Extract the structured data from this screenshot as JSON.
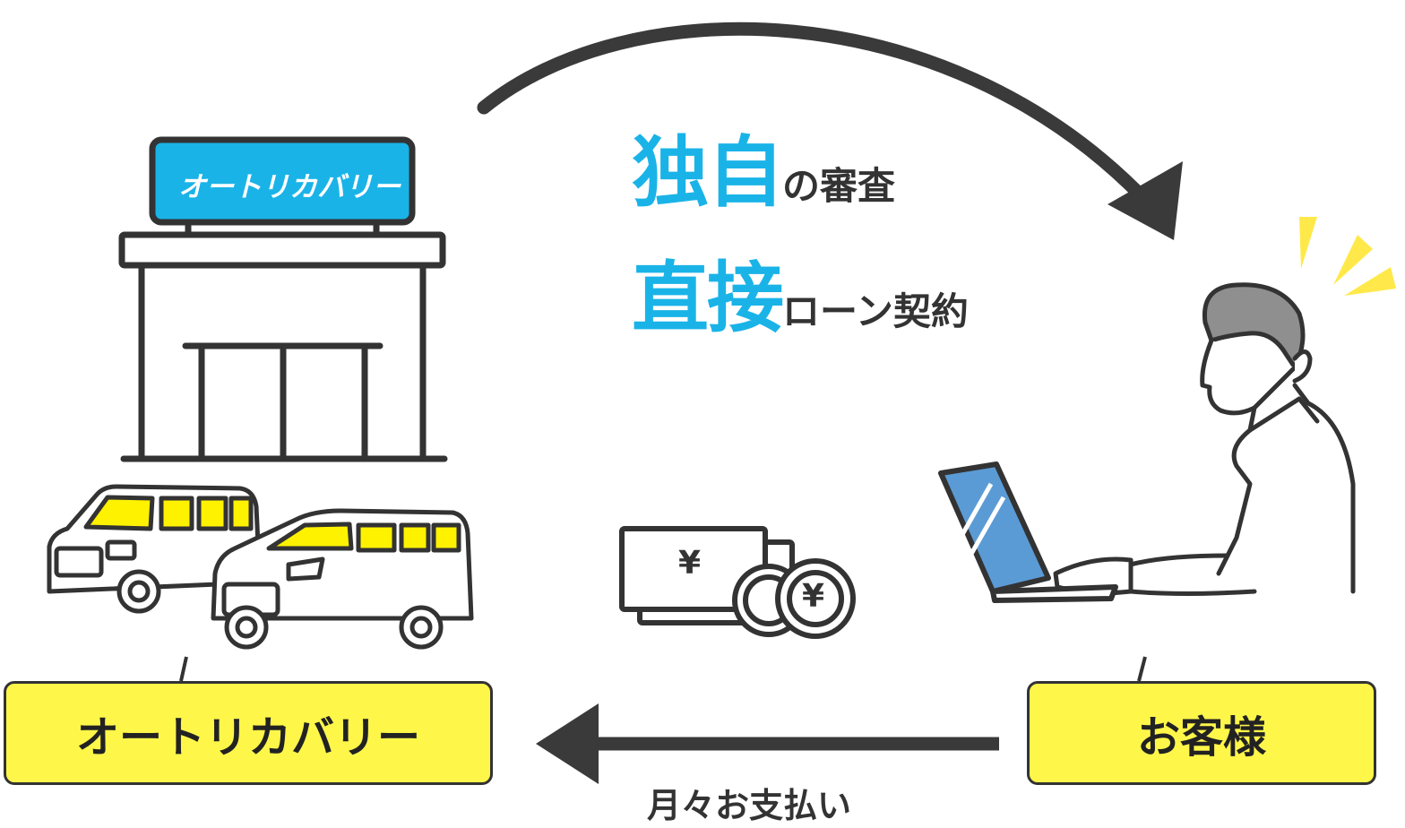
{
  "sign": {
    "text": "オートリカバリー"
  },
  "headline": {
    "line1_big": "独自",
    "line1_small": "の審査",
    "line2_big": "直接",
    "line2_small": "ローン契約"
  },
  "labels": {
    "company": "オートリカバリー",
    "customer": "お客様"
  },
  "flow": {
    "payment_caption": "月々お支払い"
  },
  "money": {
    "bill_symbol": "¥",
    "coin_symbol": "¥"
  },
  "colors": {
    "accent_blue": "#1ab3e8",
    "label_yellow": "#fff64a",
    "window_yellow": "#fff200",
    "outline": "#333333"
  }
}
